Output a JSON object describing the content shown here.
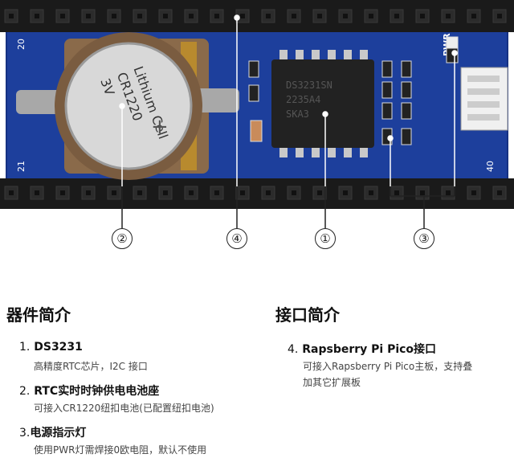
{
  "board": {
    "silk_20": "20",
    "silk_21": "21",
    "silk_40": "40",
    "silk_pwr": "PWR",
    "battery_lines": [
      "Lithium Cell",
      "CR1220",
      "3V"
    ],
    "battery_plus": "+",
    "chip_text": [
      "DS3231SN",
      "2235A4",
      "SKA3"
    ]
  },
  "callouts": {
    "c1": "①",
    "c2": "②",
    "c3": "③",
    "c4": "④"
  },
  "left_section": {
    "title": "器件简介",
    "items": [
      {
        "num": "1.",
        "title": "DS3231",
        "desc": "高精度RTC芯片，I2C 接口"
      },
      {
        "num": "2.",
        "title": "RTC实时时钟供电电池座",
        "desc": "可接入CR1220纽扣电池(已配置纽扣电池)"
      },
      {
        "num": "3.",
        "title": "电源指示灯",
        "desc": "使用PWR灯需焊接0欧电阻，默认不使用"
      }
    ]
  },
  "right_section": {
    "title": "接口简介",
    "items": [
      {
        "num": "4.",
        "title": "Rapsberry Pi Pico接口",
        "desc_lines": [
          "可接入Rapsberry Pi Pico主板，支持叠",
          "加其它扩展板"
        ]
      }
    ]
  }
}
